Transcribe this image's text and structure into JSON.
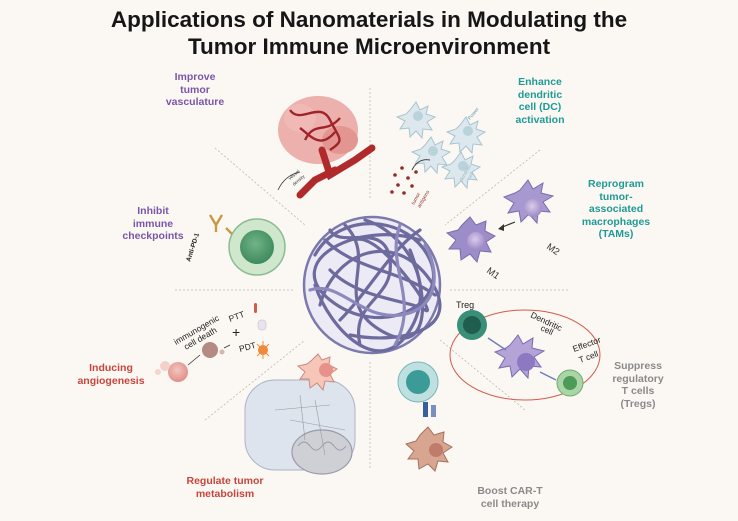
{
  "title": {
    "line1": "Applications of Nanomaterials in Modulating the",
    "line2": "Tumor Immune Microenvironment"
  },
  "sections": {
    "vasculature": [
      "Improve",
      "tumor",
      "vasculature"
    ],
    "dc": [
      "Enhance",
      "dendritic",
      "cell (DC)",
      "activation"
    ],
    "tam": [
      "Reprogram",
      "tumor-",
      "associated",
      "macrophages",
      "(TAMs)"
    ],
    "checkpoints": [
      "Inhibit",
      "immune",
      "checkpoints"
    ],
    "angiogenesis": [
      "Inducing",
      "angiogenesis"
    ],
    "tregs": [
      "Suppress",
      "regulatory",
      "T cells",
      "(Tregs)"
    ],
    "metabolism": [
      "Regulate tumor",
      "metabolism"
    ],
    "cart": [
      "Boost CAR-T",
      "cell therapy"
    ]
  },
  "annotations": {
    "anti_pd1": "Anti-PD-1",
    "m2": "M2",
    "m1": "M1",
    "tumor_antigens_1": "tumor",
    "tumor_antigens_2": "antigens",
    "power": "Power",
    "dendritic": "dendritic",
    "cell": "cell",
    "vessel_1": "vessel",
    "vessel_2": "density",
    "treg": "Treg",
    "dendritic_cell_1": "Dendritic",
    "dendritic_cell_2": "cell",
    "effector_1": "Effector",
    "effector_2": "T cell",
    "icd_1": "immunogenic",
    "icd_2": "cell death",
    "ptt": "PTT",
    "pdt": "PDT",
    "plus": "+"
  },
  "colors": {
    "purple_label": "#7a55a8",
    "teal_label": "#1f9a96",
    "red_label": "#c8453c",
    "gray_label": "#8a8a8a",
    "nano_strand": "#6d6a9e",
    "background": "#fbf8f3"
  }
}
